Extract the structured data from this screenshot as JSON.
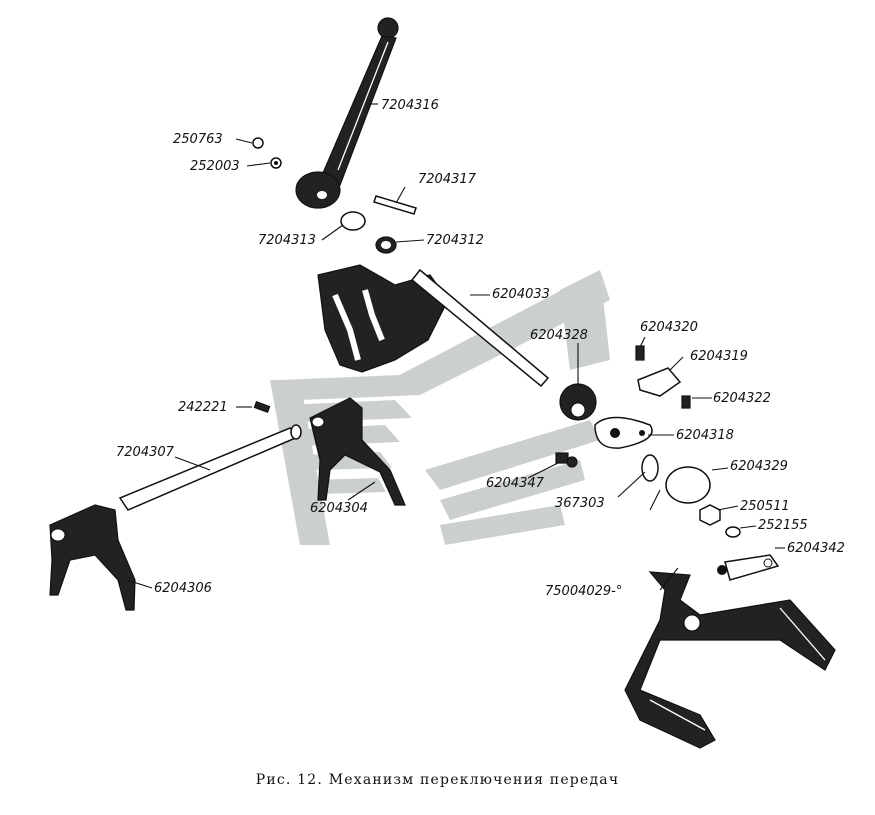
{
  "caption": "Рис. 12. Механизм переключения передач",
  "colors": {
    "ink": "#111111",
    "watermark": "#c9cecb"
  },
  "watermark": {
    "icon": "gaz-logo-watermark"
  },
  "labels": {
    "p250763": "250763",
    "p252003": "252003",
    "p7204316": "7204316",
    "p7204317": "7204317",
    "p7204313": "7204313",
    "p7204312": "7204312",
    "p6204033": "6204033",
    "p6204328": "6204328",
    "p6204320": "6204320",
    "p6204319": "6204319",
    "p6204322": "6204322",
    "p242221": "242221",
    "p6204318": "6204318",
    "p7204307": "7204307",
    "p6204329": "6204329",
    "p6204347": "6204347",
    "p367303": "367303",
    "p250511": "250511",
    "p6204304": "6204304",
    "p252155": "252155",
    "p6204342": "6204342",
    "p6204306": "6204306",
    "p75004029": "75004029-°"
  }
}
